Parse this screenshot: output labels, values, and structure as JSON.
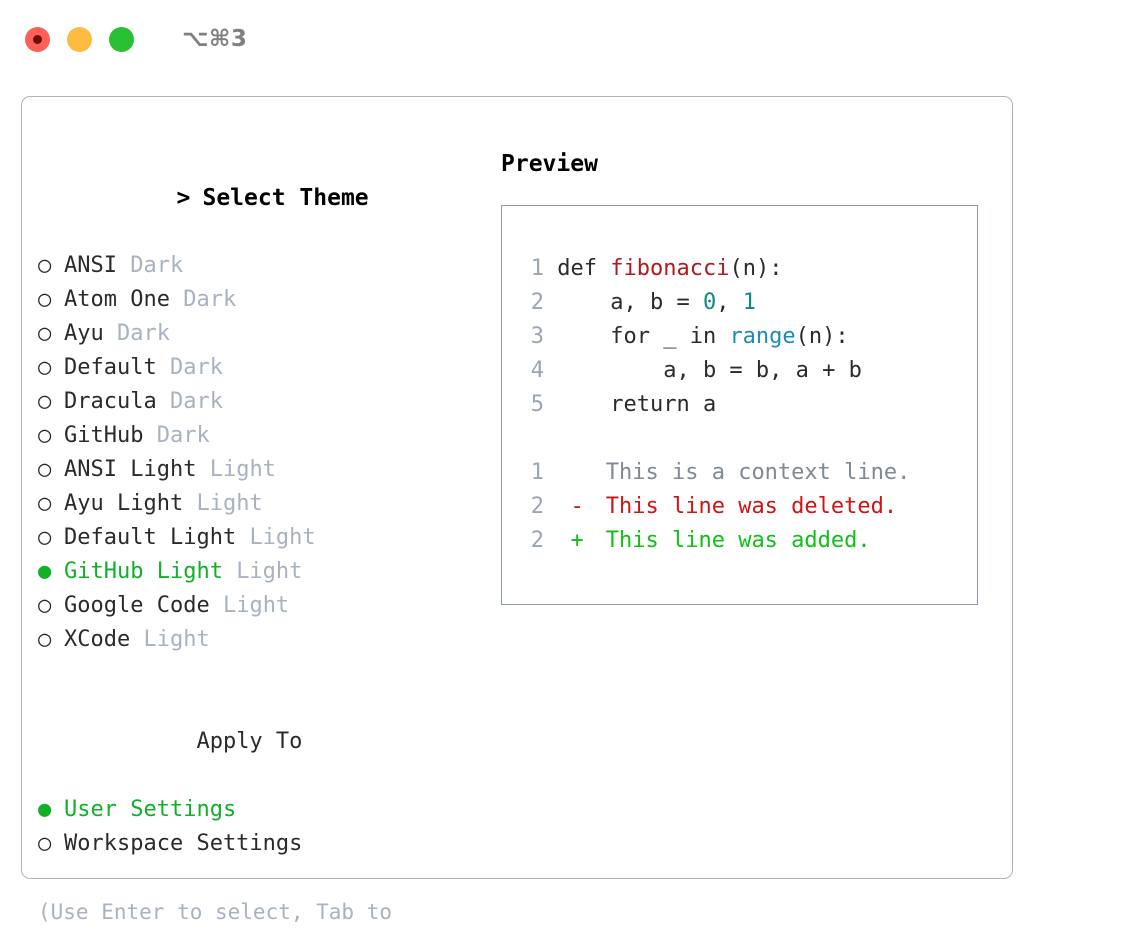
{
  "window": {
    "title_shortcut": "⌥⌘3",
    "traffic_lights": [
      {
        "name": "close",
        "color": "#fc6058"
      },
      {
        "name": "minimize",
        "color": "#fdbc40"
      },
      {
        "name": "maximize",
        "color": "#2ac033"
      }
    ]
  },
  "theme_selector": {
    "heading": "Select Theme",
    "heading_prefix": ">",
    "bullet_unselected": "○",
    "bullet_selected": "●",
    "selected_color": "#10b128",
    "variant_color": "#a9b2c0",
    "items": [
      {
        "name": "ANSI",
        "variant": "Dark",
        "selected": false
      },
      {
        "name": "Atom One",
        "variant": "Dark",
        "selected": false
      },
      {
        "name": "Ayu",
        "variant": "Dark",
        "selected": false
      },
      {
        "name": "Default",
        "variant": "Dark",
        "selected": false
      },
      {
        "name": "Dracula",
        "variant": "Dark",
        "selected": false
      },
      {
        "name": "GitHub",
        "variant": "Dark",
        "selected": false
      },
      {
        "name": "ANSI Light",
        "variant": "Light",
        "selected": false
      },
      {
        "name": "Ayu Light",
        "variant": "Light",
        "selected": false
      },
      {
        "name": "Default Light",
        "variant": "Light",
        "selected": false
      },
      {
        "name": "GitHub Light",
        "variant": "Light",
        "selected": true
      },
      {
        "name": "Google Code",
        "variant": "Light",
        "selected": false
      },
      {
        "name": "XCode",
        "variant": "Light",
        "selected": false
      }
    ]
  },
  "apply_to": {
    "heading": "Apply To",
    "options": [
      {
        "label": "User Settings",
        "selected": true
      },
      {
        "label": "Workspace Settings",
        "selected": false
      }
    ]
  },
  "hint": "(Use Enter to select, Tab to change focus)",
  "preview": {
    "heading": "Preview",
    "code_lines": [
      {
        "lineno": "1",
        "segments": [
          {
            "text": "def ",
            "token": "plain"
          },
          {
            "text": "fibonacci",
            "token": "function"
          },
          {
            "text": "(n):",
            "token": "plain"
          }
        ]
      },
      {
        "lineno": "2",
        "segments": [
          {
            "text": "    a, b = ",
            "token": "plain"
          },
          {
            "text": "0",
            "token": "number"
          },
          {
            "text": ", ",
            "token": "plain"
          },
          {
            "text": "1",
            "token": "number"
          }
        ]
      },
      {
        "lineno": "3",
        "segments": [
          {
            "text": "    for _ in ",
            "token": "plain"
          },
          {
            "text": "range",
            "token": "call"
          },
          {
            "text": "(n):",
            "token": "plain"
          }
        ]
      },
      {
        "lineno": "4",
        "segments": [
          {
            "text": "        a, b = b, a + b",
            "token": "plain"
          }
        ]
      },
      {
        "lineno": "5",
        "segments": [
          {
            "text": "    return a",
            "token": "plain"
          }
        ]
      }
    ],
    "diff_lines": [
      {
        "lineno": "1",
        "sign": " ",
        "text": " This is a context line.",
        "kind": "context"
      },
      {
        "lineno": "2",
        "sign": "-",
        "text": " This line was deleted.",
        "kind": "deleted"
      },
      {
        "lineno": "2",
        "sign": "+",
        "text": " This line was added.",
        "kind": "added"
      }
    ],
    "syntax_colors": {
      "function": "#b3191b",
      "number": "#0f8a80",
      "call": "#1a8cb8",
      "plain": "#2b2b2b",
      "lineno": "#9aa5b4",
      "diff_context": "#808a95",
      "diff_deleted": "#d01414",
      "diff_added": "#10c018"
    }
  }
}
